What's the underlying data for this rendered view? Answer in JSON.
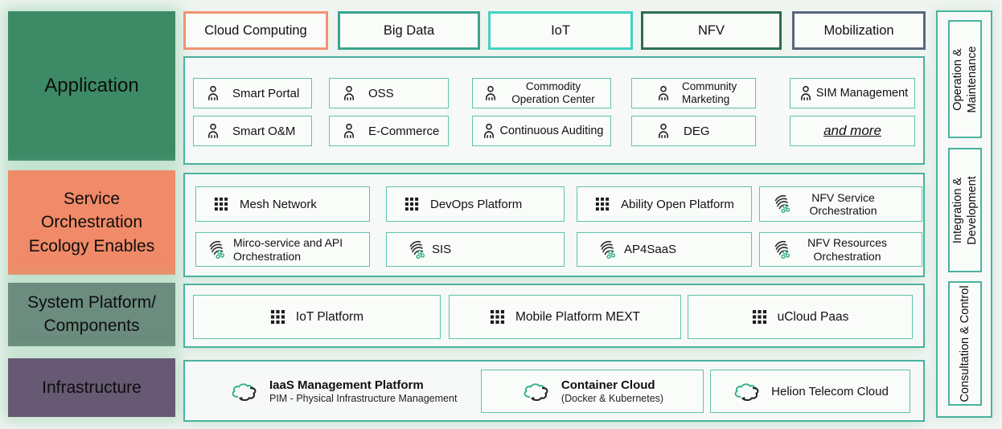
{
  "left_blocks": [
    {
      "label": "Application",
      "color": "#3d8a66"
    },
    {
      "label": "Service Orchestration Ecology Enables",
      "color": "#f08a68"
    },
    {
      "label": "System Platform/ Components",
      "color": "#6b8c7e"
    },
    {
      "label": "Infrastructure",
      "color": "#675973"
    }
  ],
  "top_categories": [
    {
      "label": "Cloud Computing",
      "border_color": "#f09272"
    },
    {
      "label": "Big Data",
      "border_color": "#3aa48e"
    },
    {
      "label": "IoT",
      "border_color": "#41d4c2"
    },
    {
      "label": "NFV",
      "border_color": "#2b6e52"
    },
    {
      "label": "Mobilization",
      "border_color": "#59687a"
    }
  ],
  "application": {
    "rows": [
      [
        {
          "label": "Smart Portal",
          "icon": "person"
        },
        {
          "label": "OSS",
          "icon": "person"
        },
        {
          "label": "Commodity Operation Center",
          "icon": "person"
        },
        {
          "label": "Community Marketing",
          "icon": "person"
        },
        {
          "label": "SIM Management",
          "icon": "person"
        }
      ],
      [
        {
          "label": "Smart O&M",
          "icon": "person"
        },
        {
          "label": "E-Commerce",
          "icon": "person"
        },
        {
          "label": "Continuous Auditing",
          "icon": "person"
        },
        {
          "label": "DEG",
          "icon": "person"
        },
        {
          "label": "and more",
          "icon": "none"
        }
      ]
    ]
  },
  "service": {
    "rows": [
      [
        {
          "label": "Mesh Network",
          "icon": "grid"
        },
        {
          "label": "DevOps Platform",
          "icon": "grid"
        },
        {
          "label": "Ability Open Platform",
          "icon": "grid"
        },
        {
          "label": "NFV Service Orchestration",
          "icon": "swirl"
        }
      ],
      [
        {
          "label": "Mirco-service and API Orchestration",
          "icon": "swirl"
        },
        {
          "label": "SIS",
          "icon": "swirl"
        },
        {
          "label": "AP4SaaS",
          "icon": "swirl"
        },
        {
          "label": "NFV Resources Orchestration",
          "icon": "swirl"
        }
      ]
    ]
  },
  "system": {
    "items": [
      {
        "label": "IoT Platform",
        "icon": "grid"
      },
      {
        "label": "Mobile Platform MEXT",
        "icon": "grid"
      },
      {
        "label": "uCloud Paas",
        "icon": "grid"
      }
    ]
  },
  "infrastructure": {
    "items": [
      {
        "label": "IaaS Management Platform",
        "sublabel": "PIM - Physical Infrastructure Management",
        "icon": "cloud"
      },
      {
        "label": "Container Cloud",
        "sublabel": "(Docker & Kubernetes)",
        "icon": "cloud"
      },
      {
        "label": "Helion Telecom Cloud",
        "sublabel": "",
        "icon": "cloud"
      }
    ]
  },
  "right_rail": {
    "items": [
      {
        "label": "Operation & Maintenance"
      },
      {
        "label": "Integration & Development"
      },
      {
        "label": "Consultation & Control"
      }
    ]
  },
  "colors": {
    "container_border": "#49b29e",
    "item_border": "#5fc2ae",
    "icon_green": "#3cb489",
    "text": "#111111",
    "background": "#f0f4f1"
  },
  "icons": {
    "person": "person-icon",
    "grid": "app-grid-icon",
    "swirl": "orchestration-swirl-icon",
    "cloud": "cloud-sync-icon"
  }
}
